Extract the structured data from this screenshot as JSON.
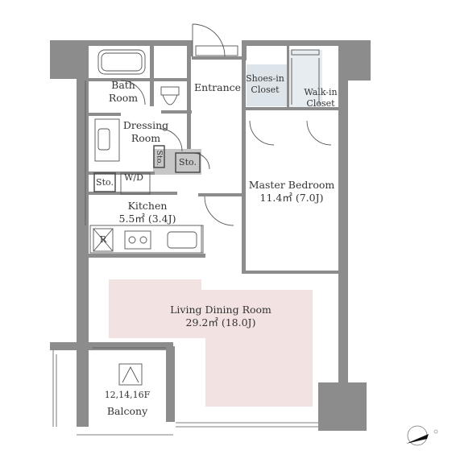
{
  "rooms": {
    "bath": {
      "line1": "Bath",
      "line2": "Room"
    },
    "entrance": {
      "label": "Entrance"
    },
    "shoes_in_closet": {
      "line1": "Shoes-in",
      "line2": "Closet"
    },
    "walk_in_closet": {
      "line1": "Walk-in",
      "line2": "Closet"
    },
    "dressing": {
      "line1": "Dressing",
      "line2": "Room"
    },
    "storage_a": {
      "label": "Sto."
    },
    "storage_b": {
      "label": "Sto."
    },
    "storage_c": {
      "label": "Sto."
    },
    "washer_dryer": {
      "label": "W/D"
    },
    "master_bedroom": {
      "name": "Master Bedroom",
      "area": "11.4㎡  (7.0J)"
    },
    "kitchen": {
      "name": "Kitchen",
      "area": "5.5㎡  (3.4J)"
    },
    "refrigerator": {
      "label": "R"
    },
    "living_dining": {
      "name": "Living Dining Room",
      "area": "29.2㎡  (18.0J)"
    },
    "balcony": {
      "floors": "12,14,16F",
      "name": "Balcony"
    }
  },
  "colors": {
    "wall": "#8c8c8c",
    "ldk_floor": "#f3e2e2",
    "closet": "#dde5ea",
    "line": "#555555"
  },
  "icons": [
    "compass-icon",
    "window-icon",
    "door-icon"
  ]
}
